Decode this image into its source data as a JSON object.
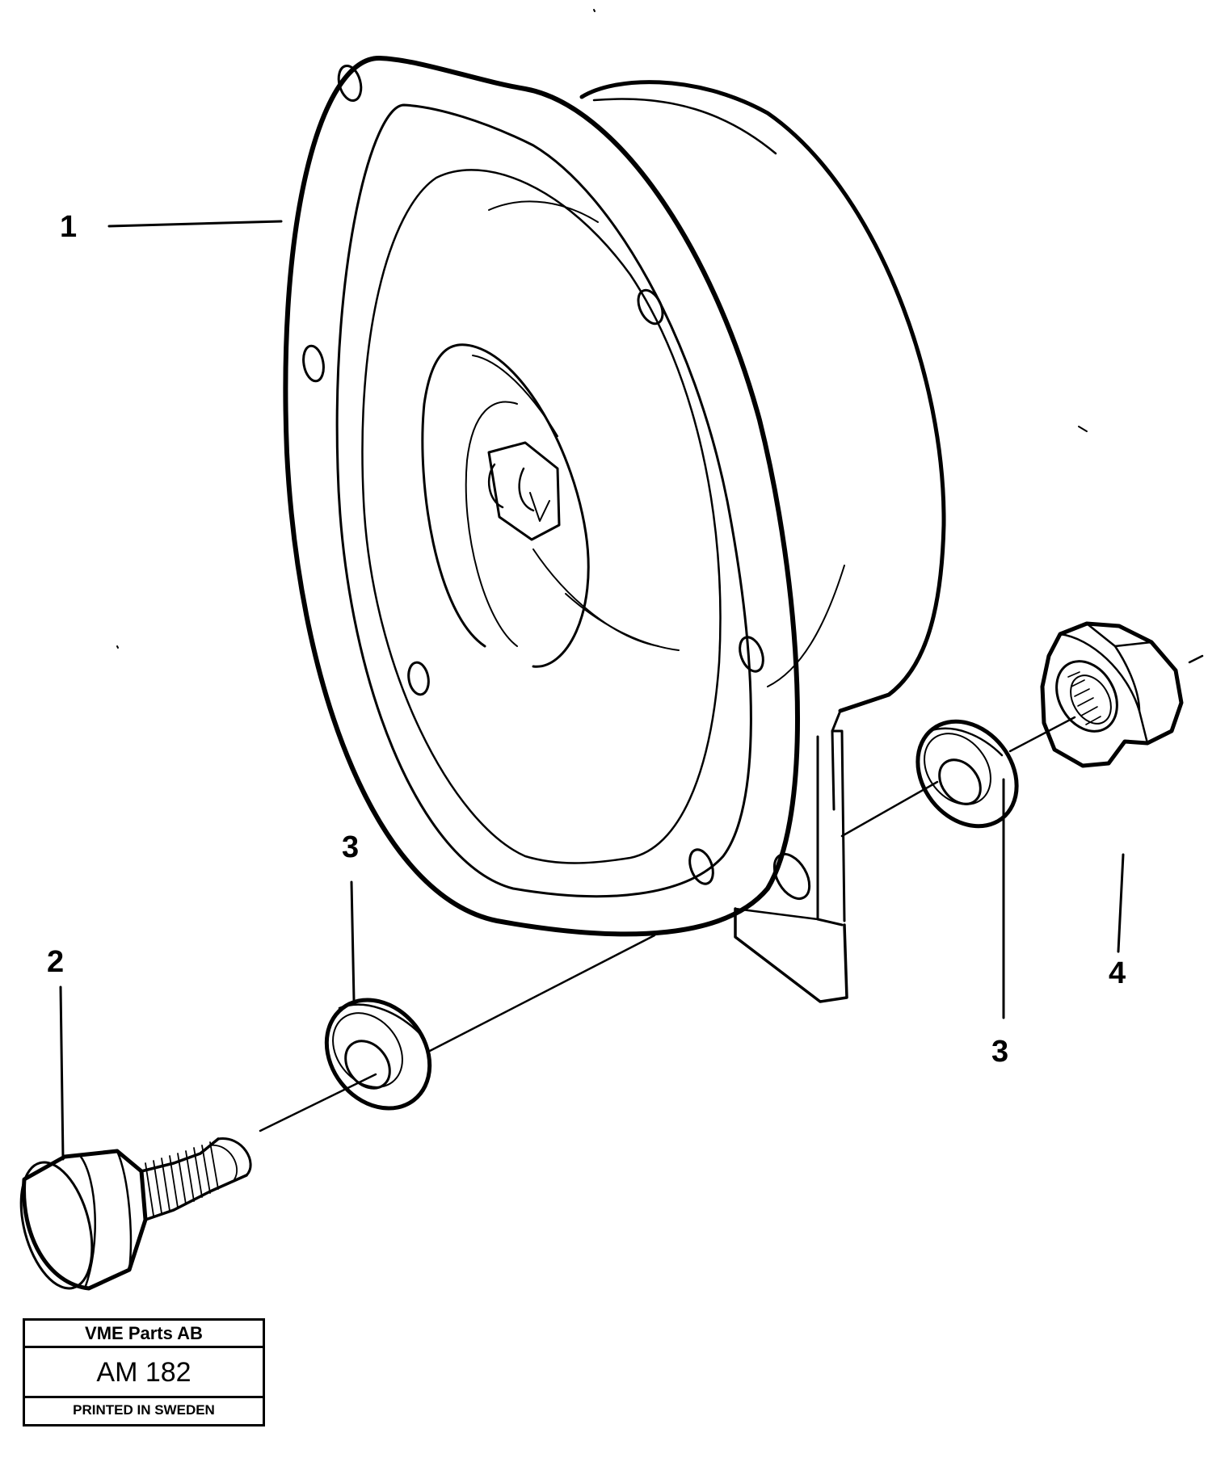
{
  "callouts": {
    "horn": "1",
    "bolt": "2",
    "washer_left": "3",
    "washer_right": "3",
    "nut": "4"
  },
  "stamp": {
    "company": "VME Parts AB",
    "code": "AM 182",
    "printed": "PRINTED IN SWEDEN"
  }
}
